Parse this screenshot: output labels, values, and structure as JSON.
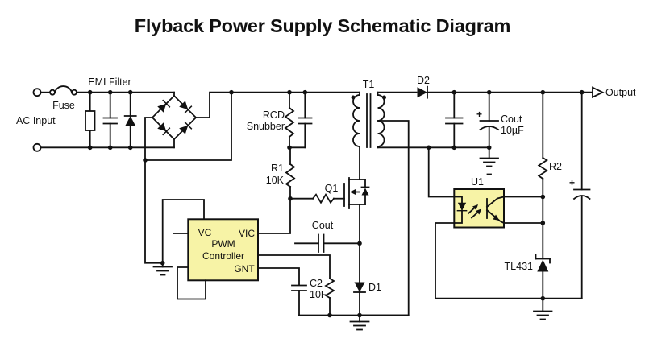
{
  "title": "Flyback Power Supply Schematic Diagram",
  "colors": {
    "wire": "#111111",
    "component_fill": "#f7f3a6",
    "background": "#ffffff"
  },
  "labels": {
    "ac_input": "AC Input",
    "fuse": "Fuse",
    "emi_filter": "EMI Filter",
    "rcd": "RCD",
    "snubber": "Snubber",
    "r1": "R1",
    "r1_value": "10K",
    "t1": "T1",
    "d2": "D2",
    "output": "Output",
    "cout_out": "Cout",
    "cout_out_value": "10µF",
    "r2": "R2",
    "u1": "U1",
    "tl431": "TL431",
    "q1": "Q1",
    "cout_gate": "Cout",
    "c2": "C2",
    "c2_value": "10F",
    "d1": "D1",
    "plus": "+"
  },
  "pwm_controller": {
    "name_line1": "PWM",
    "name_line2": "Controller",
    "pins": {
      "vc": "VC",
      "vic": "VIC",
      "gnt": "GNT"
    }
  }
}
